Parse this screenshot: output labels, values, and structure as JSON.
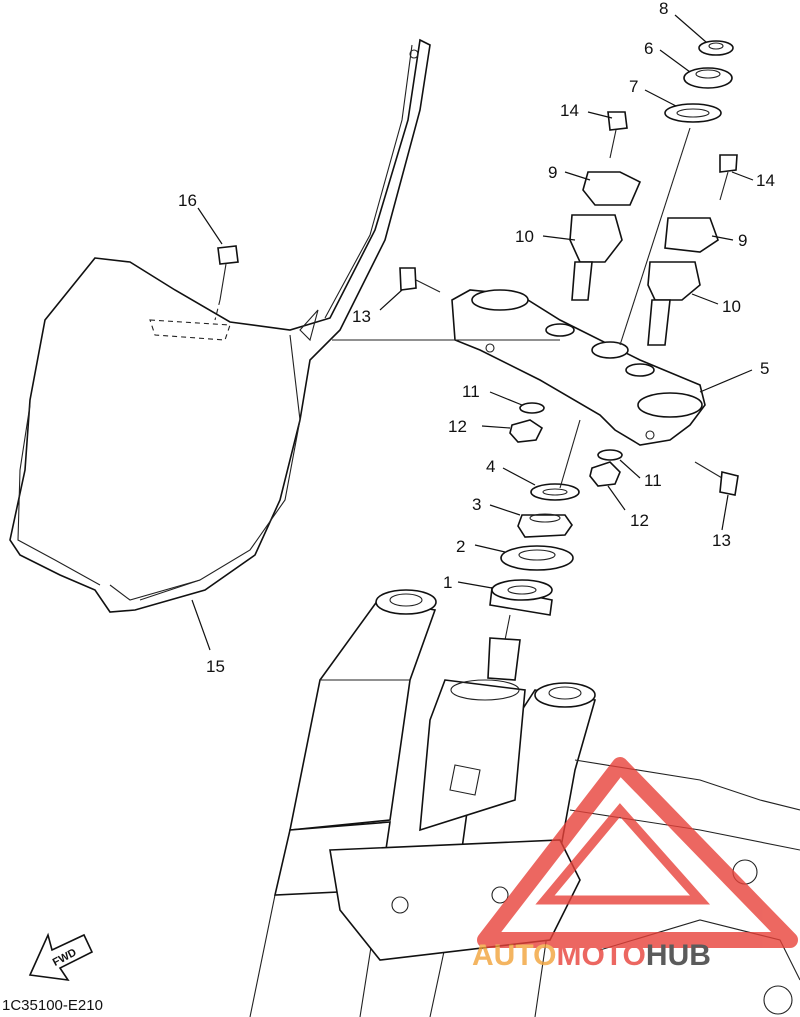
{
  "diagram_code": "1C35100-E210",
  "fwd_label": "FWD",
  "watermark": {
    "part1": "AUTO",
    "part2": "MOTO",
    "part3": "HUB",
    "color_accent": "#e8423a",
    "color_dark": "#333333",
    "color_orange": "#f2a33a"
  },
  "callouts": [
    {
      "id": "1",
      "label": "1"
    },
    {
      "id": "2",
      "label": "2"
    },
    {
      "id": "3",
      "label": "3"
    },
    {
      "id": "4",
      "label": "4"
    },
    {
      "id": "5",
      "label": "5"
    },
    {
      "id": "6",
      "label": "6"
    },
    {
      "id": "7",
      "label": "7"
    },
    {
      "id": "8",
      "label": "8"
    },
    {
      "id": "9a",
      "label": "9"
    },
    {
      "id": "9b",
      "label": "9"
    },
    {
      "id": "10a",
      "label": "10"
    },
    {
      "id": "10b",
      "label": "10"
    },
    {
      "id": "11a",
      "label": "11"
    },
    {
      "id": "11b",
      "label": "11"
    },
    {
      "id": "12a",
      "label": "12"
    },
    {
      "id": "12b",
      "label": "12"
    },
    {
      "id": "13a",
      "label": "13"
    },
    {
      "id": "13b",
      "label": "13"
    },
    {
      "id": "14a",
      "label": "14"
    },
    {
      "id": "14b",
      "label": "14"
    },
    {
      "id": "15",
      "label": "15"
    },
    {
      "id": "16",
      "label": "16"
    }
  ]
}
